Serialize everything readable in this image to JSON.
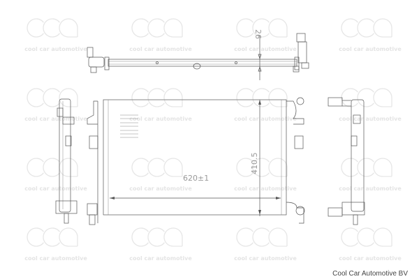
{
  "watermark": {
    "logo_text": "cca",
    "caption": "cool car automotive"
  },
  "dimensions": {
    "width": "620±1",
    "height": "410.5",
    "depth": "26"
  },
  "footer": "Cool Car Automotive BV",
  "colors": {
    "line": "#555555",
    "watermark": "#e4e4e4"
  }
}
